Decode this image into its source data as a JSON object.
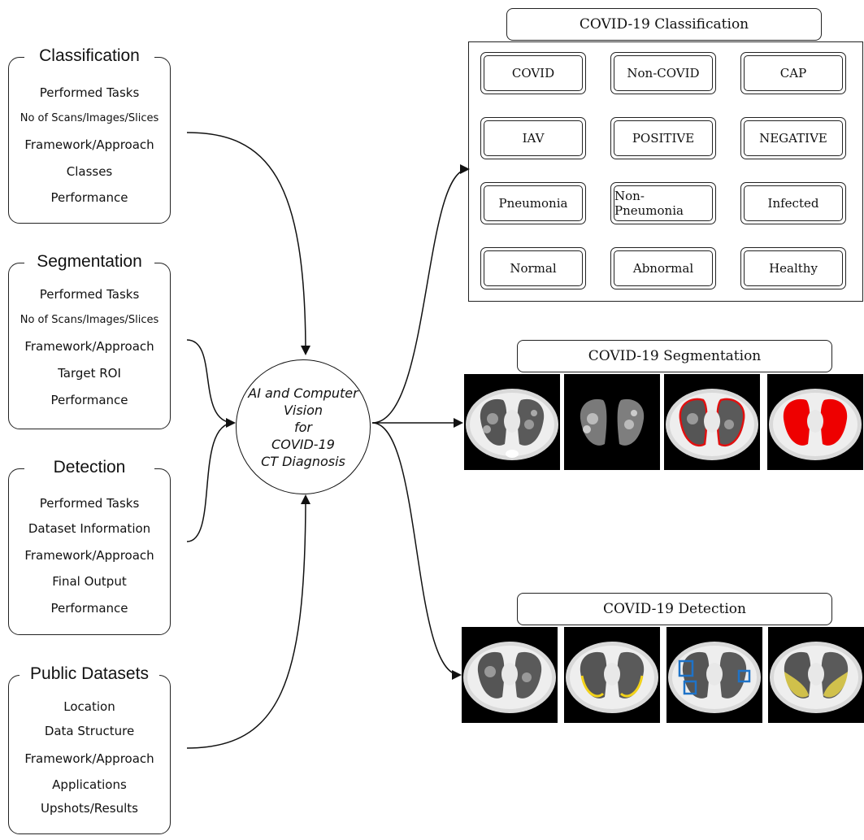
{
  "panels": [
    {
      "title": "Classification",
      "items": [
        "Performed Tasks",
        "No of Scans/Images/Slices",
        "Framework/Approach",
        "Classes",
        "Performance"
      ]
    },
    {
      "title": "Segmentation",
      "items": [
        "Performed Tasks",
        "No of Scans/Images/Slices",
        "Framework/Approach",
        "Target ROI",
        "Performance"
      ]
    },
    {
      "title": "Detection",
      "items": [
        "Performed Tasks",
        "Dataset Information",
        "Framework/Approach",
        "Final Output",
        "Performance"
      ]
    },
    {
      "title": "Public Datasets",
      "items": [
        "Location",
        "Data Structure",
        "Framework/Approach",
        "Applications",
        "Upshots/Results"
      ]
    }
  ],
  "hub": {
    "lines": [
      "AI and Computer",
      "Vision",
      "for",
      "COVID-19",
      "CT Diagnosis"
    ]
  },
  "classification": {
    "title": "COVID-19 Classification",
    "classes": [
      "COVID",
      "Non-COVID",
      "CAP",
      "IAV",
      "POSITIVE",
      "NEGATIVE",
      "Pneumonia",
      "Non-Pneumonia",
      "Infected",
      "Normal",
      "Abnormal",
      "Healthy"
    ]
  },
  "segmentation": {
    "title": "COVID-19 Segmentation"
  },
  "detection": {
    "title": "COVID-19 Detection"
  },
  "colors": {
    "line": "#111111",
    "seg_outline": "#e01010",
    "seg_fill": "#ee0000",
    "det_outline": "#f2d21a",
    "det_box": "#1e73c8"
  }
}
